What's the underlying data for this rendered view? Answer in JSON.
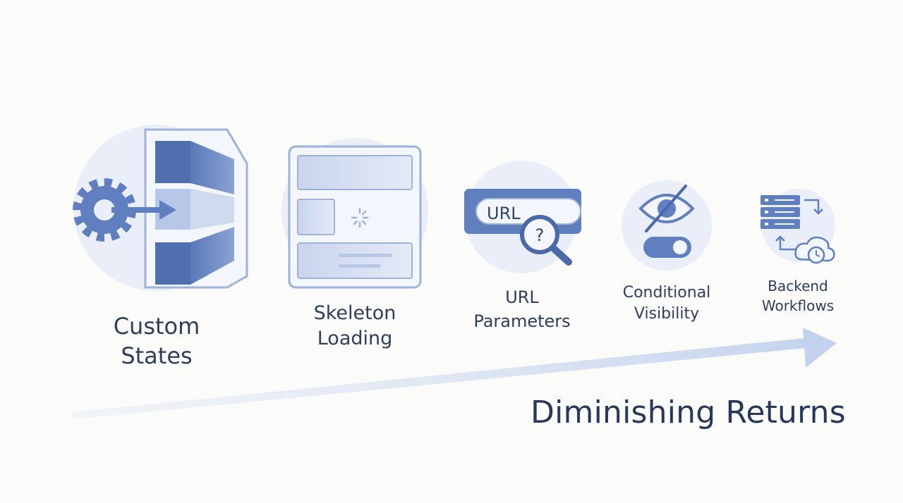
{
  "title": "Diminishing Returns",
  "colors": {
    "primary": "#5f7fbf",
    "primary_dark": "#4a69a8",
    "circle": "#e9eef8",
    "stroke": "#9fb2d8",
    "text": "#2e3f5c"
  },
  "items": [
    {
      "id": "custom-states",
      "line1": "Custom",
      "line2": "States",
      "icon": "gear-arrow-layers-icon"
    },
    {
      "id": "skeleton-loading",
      "line1": "Skeleton",
      "line2": "Loading",
      "icon": "skeleton-layout-icon"
    },
    {
      "id": "url-parameters",
      "line1": "URL",
      "line2": "Parameters",
      "icon": "url-search-icon",
      "badge": "URL",
      "glyph": "?"
    },
    {
      "id": "conditional-visibility",
      "line1": "Conditional",
      "line2": "Visibility",
      "icon": "eye-slash-toggle-icon"
    },
    {
      "id": "backend-workflows",
      "line1": "Backend",
      "line2": "Workflows",
      "icon": "server-cloud-sync-icon"
    }
  ]
}
